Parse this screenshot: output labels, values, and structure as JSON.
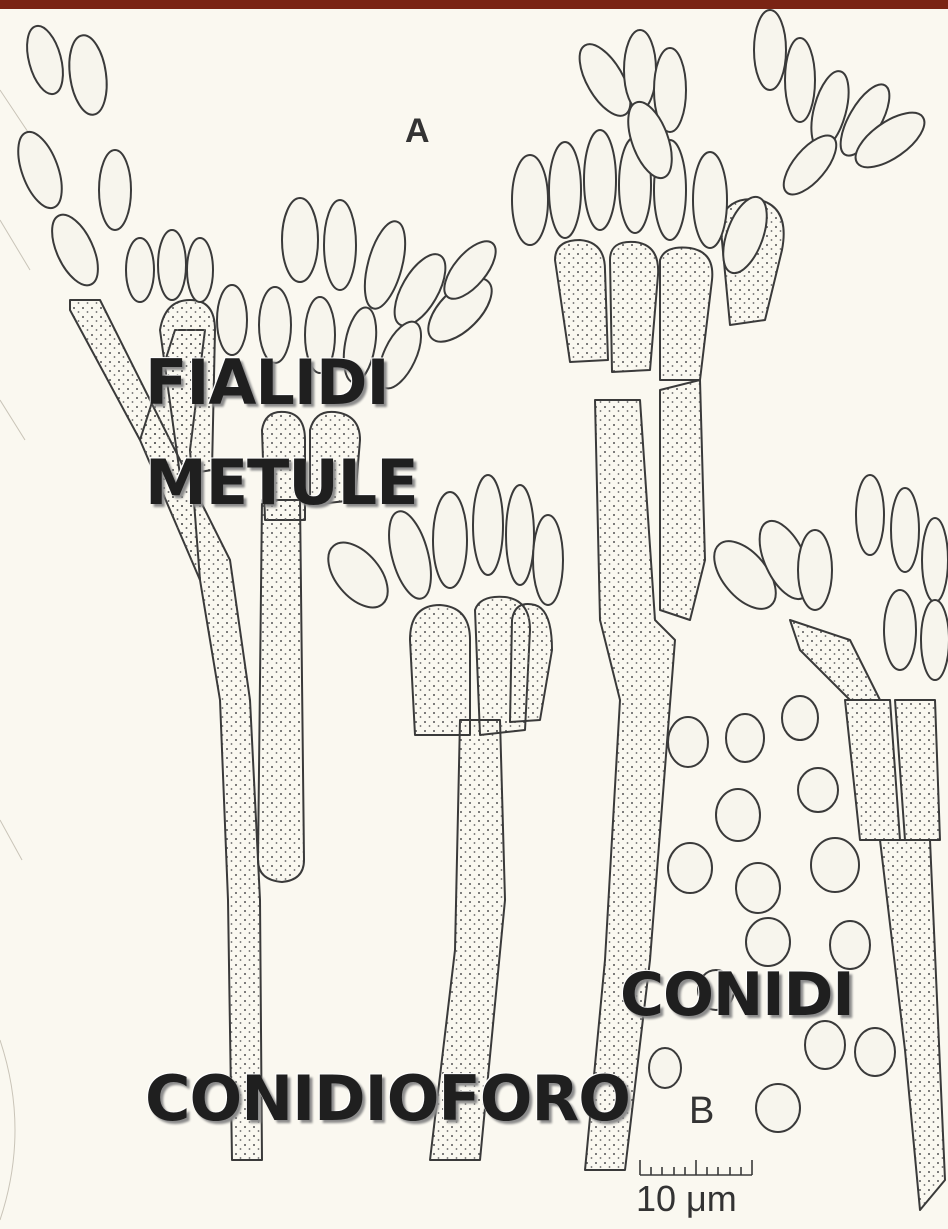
{
  "labels": {
    "fialidi": "FIALIDI",
    "metule": "METULE",
    "conidi": "CONIDI",
    "conidioforo": "CONIDIOFORO"
  },
  "figure": {
    "panel_a": "A",
    "panel_b": "B",
    "scale_bar": "10 μm"
  },
  "colors": {
    "top_bar": "#7a2414",
    "background": "#faf8f0",
    "ink": "#333333"
  }
}
